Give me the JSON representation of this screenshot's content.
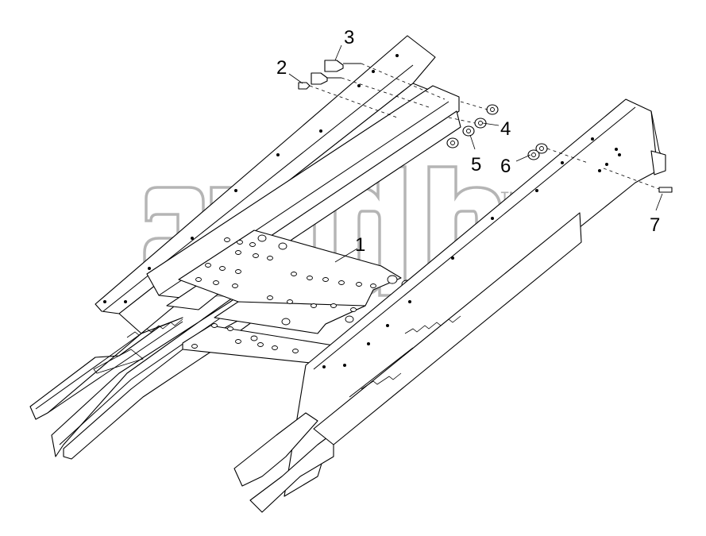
{
  "diagram": {
    "callouts": [
      {
        "id": "1",
        "label": "1"
      },
      {
        "id": "2",
        "label": "2"
      },
      {
        "id": "3",
        "label": "3"
      },
      {
        "id": "4",
        "label": "4"
      },
      {
        "id": "5",
        "label": "5"
      },
      {
        "id": "6",
        "label": "6"
      },
      {
        "id": "7",
        "label": "7"
      }
    ],
    "watermark": {
      "text": "amdb",
      "trademark": "™"
    }
  }
}
